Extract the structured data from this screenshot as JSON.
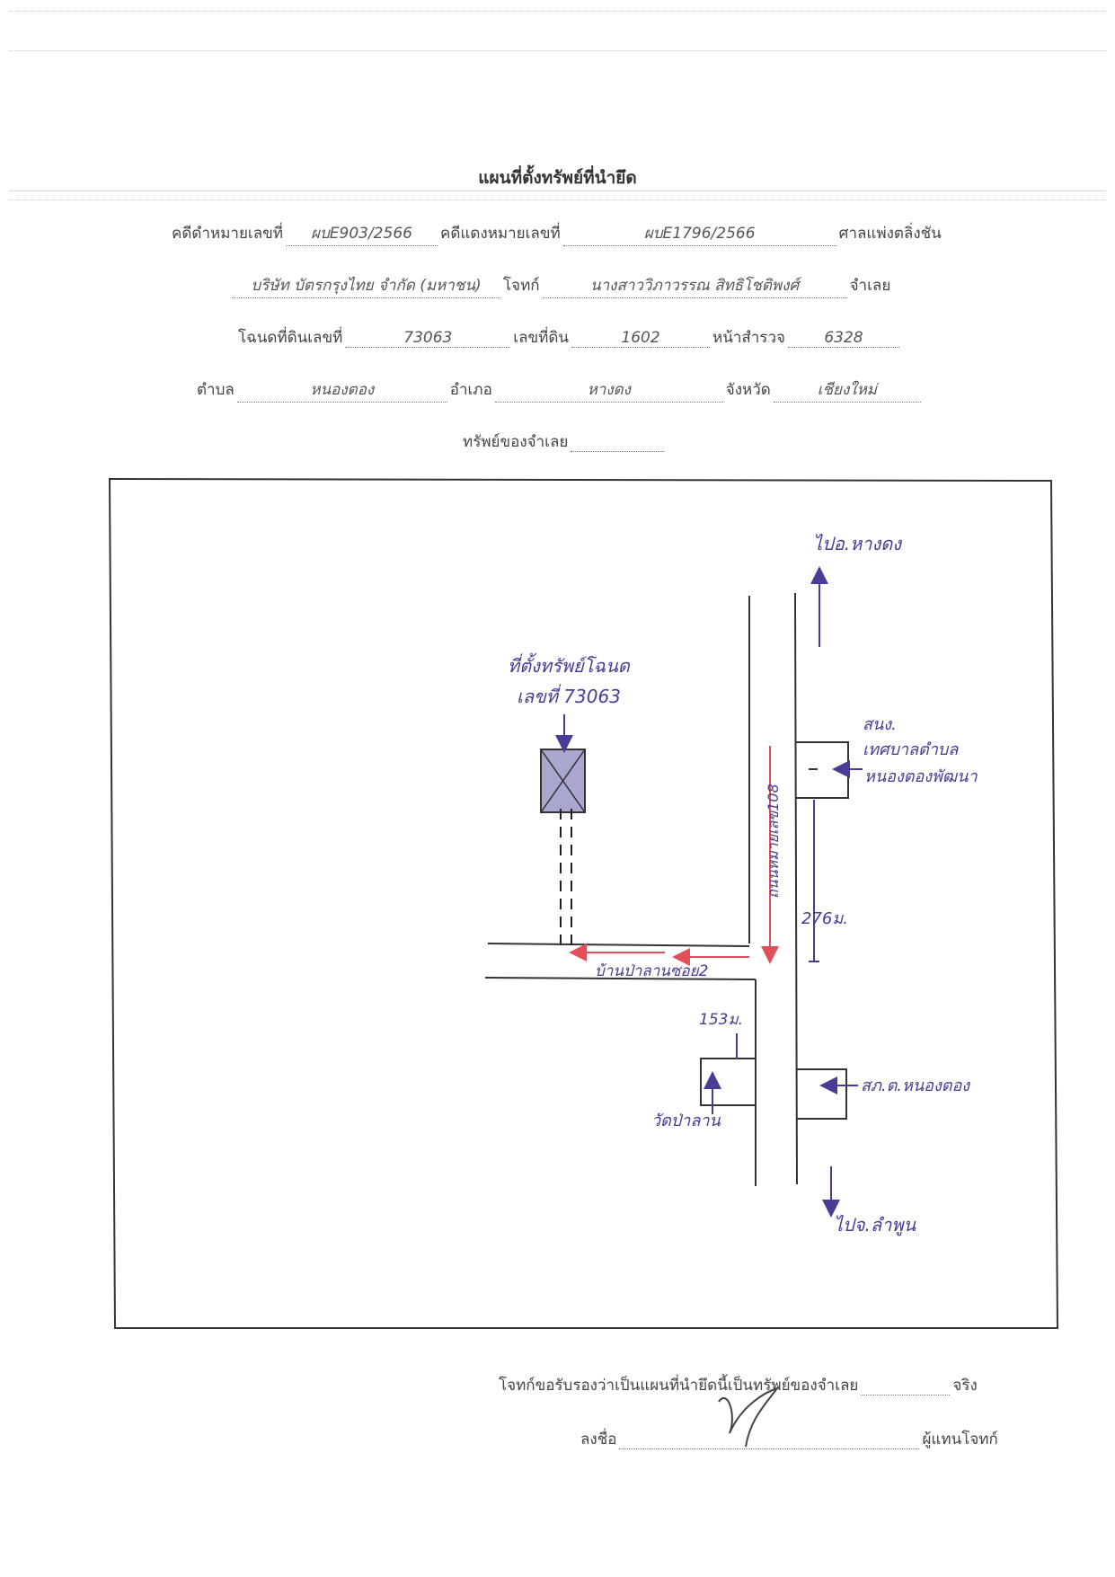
{
  "title": "แผนที่ตั้งทรัพย์ที่นำยึด",
  "case": {
    "black_label": "คดีดำหมายเลขที่",
    "black_value": "ผบE903/2566",
    "red_label": "คดีแดงหมายเลขที่",
    "red_value": "ผบE1796/2566",
    "court": "ศาลแพ่งตลิ่งชัน"
  },
  "parties": {
    "plaintiff": "บริษัท บัตรกรุงไทย จำกัด (มหาชน)",
    "plaintiff_label": "โจทก์",
    "defendant": "นางสาววิภาวรรณ สิทธิโชติพงศ์",
    "defendant_label": "จำเลย"
  },
  "deed": {
    "deed_label": "โฉนดที่ดินเลขที่",
    "deed_value": "73063",
    "land_label": "เลขที่ดิน",
    "land_value": "1602",
    "survey_label": "หน้าสำรวจ",
    "survey_value": "6328"
  },
  "location": {
    "tambon_label": "ตำบล",
    "tambon_value": "หนองตอง",
    "amphoe_label": "อำเภอ",
    "amphoe_value": "หางดง",
    "province_label": "จังหวัด",
    "province_value": "เชียงใหม่"
  },
  "owner_label": "ทรัพย์ของจำเลย",
  "map": {
    "to_north": "ไปอ.หางดง",
    "to_south": "ไปจ.ลำพูน",
    "property_caption_1": "ที่ตั้งทรัพย์โฉนด",
    "property_caption_2": "เลขที่ 73063",
    "municipality_1": "สนง.",
    "municipality_2": "เทศบาลตำบล",
    "municipality_3": "หนองตองพัฒนา",
    "highway": "ถนนหมายเลข108",
    "soi": "บ้านป่าลานซอย2",
    "dist_main": "276ม.",
    "dist_soi": "153ม.",
    "police": "สภ.ต.หนองตอง",
    "temple": "วัดป่าลาน",
    "colors": {
      "ink": "#4b3a96",
      "red": "#e0505a",
      "line": "#333333"
    }
  },
  "footer": {
    "certify": "โจทก์ขอรับรองว่าเป็นแผนที่นำยึดนี้เป็นทรัพย์ของจำเลย",
    "certify_end": "จริง",
    "sign_label": "ลงชื่อ",
    "sign_role": "ผู้แทนโจทก์"
  }
}
